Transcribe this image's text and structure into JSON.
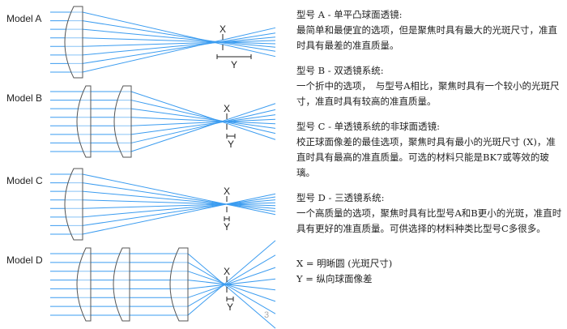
{
  "models": [
    {
      "label": "Model A",
      "title": "型号 A - 单平凸球面透镜:",
      "body": "最简单和最便宜的选项，但是聚焦时具有最大的光斑尺寸，准直时具有最差的准直质量。"
    },
    {
      "label": "Model B",
      "title": "型号 B - 双透镜系统:",
      "body": "一个折中的选项，　与型号A相比，聚焦时具有一个较小的光斑尺寸，准直时具有较高的准直质量。"
    },
    {
      "label": "Model C",
      "title": "型号 C - 单透镜系统的非球面透镜:",
      "body": "校正球面像差的最佳选项，聚焦时具有最小的光斑尺寸 (X)，准直时具有最高的准直质量。可选的材料只能是BK7或等效的玻璃。"
    },
    {
      "label": "Model D",
      "title": "型号 D - 三透镜系统:",
      "body": "一个高质量的选项，聚焦时具有比型号A和B更小的光斑，准直时具有更好的准直质量。可供选择的材料种类比型号C多很多。"
    }
  ],
  "annotations": {
    "x": "X",
    "y": "Y"
  },
  "legend": {
    "x_def": "X = 明晰圆 (光斑尺寸)",
    "y_def": "Y = 纵向球面像差"
  },
  "page_number": "3",
  "colors": {
    "ray": "#3b9cf0",
    "lens": "#555555"
  }
}
